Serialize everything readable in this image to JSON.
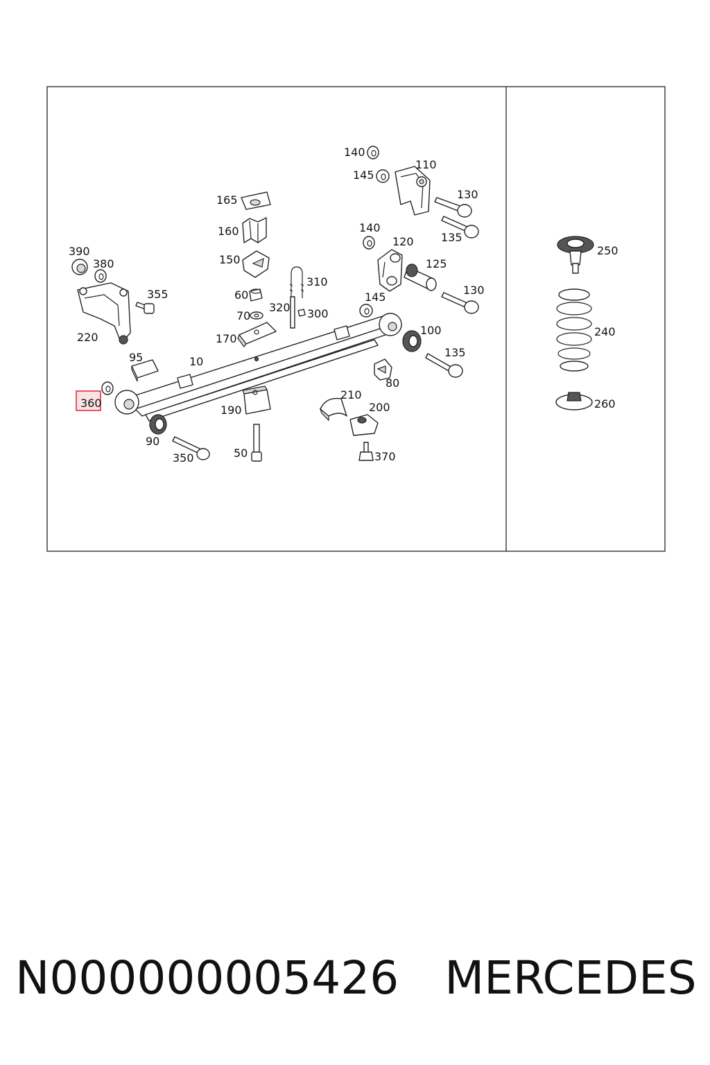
{
  "diagram": {
    "highlighted_part": "360",
    "labels": {
      "p10": "10",
      "p50": "50",
      "p60": "60",
      "p70": "70",
      "p80": "80",
      "p90": "90",
      "p95": "95",
      "p100": "100",
      "p110": "110",
      "p120": "120",
      "p125": "125",
      "p130a": "130",
      "p130b": "130",
      "p135a": "135",
      "p135b": "135",
      "p140a": "140",
      "p140b": "140",
      "p145a": "145",
      "p145b": "145",
      "p150": "150",
      "p160": "160",
      "p165": "165",
      "p170": "170",
      "p190": "190",
      "p200": "200",
      "p210": "210",
      "p220": "220",
      "p240": "240",
      "p250": "250",
      "p260": "260",
      "p300": "300",
      "p310": "310",
      "p320": "320",
      "p350": "350",
      "p355": "355",
      "p360": "360",
      "p370": "370",
      "p380": "380",
      "p390": "390"
    },
    "colors": {
      "highlight_border": "#e0303a",
      "highlight_fill": "#fbe3e4",
      "line": "#222222"
    }
  },
  "footer": {
    "part_number": "N000000005426",
    "brand": "MERCEDES"
  }
}
